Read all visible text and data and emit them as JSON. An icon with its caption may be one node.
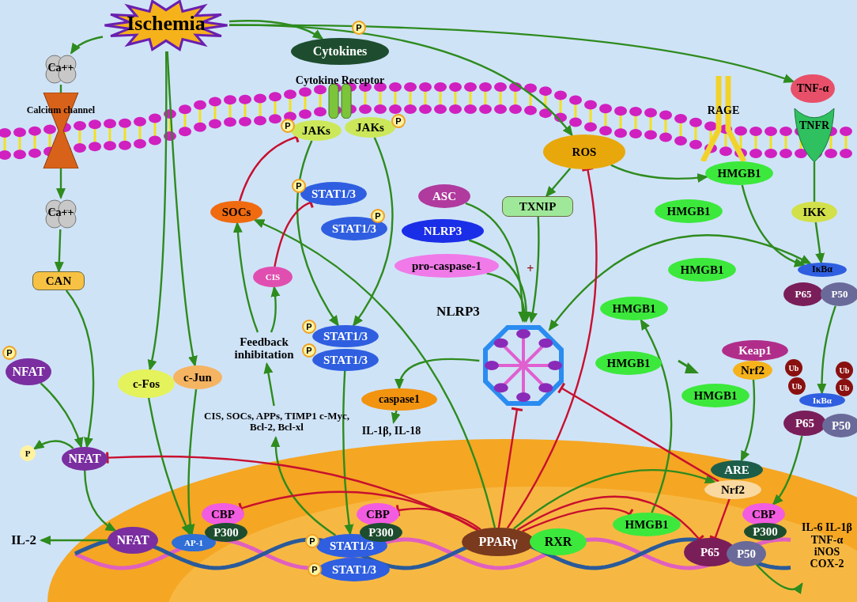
{
  "diagram": {
    "nodes": [
      {
        "text": [
          "Ischemia"
        ]
      },
      {
        "text": [
          "Ca++"
        ]
      },
      {
        "text": [
          "Calcium channel"
        ]
      },
      {
        "text": [
          "Ca++"
        ]
      },
      {
        "text": [
          "CAN"
        ]
      },
      {
        "text": [
          "NFAT"
        ],
        "beside": [
          "P"
        ]
      },
      {
        "text": [
          "NFAT"
        ]
      },
      {
        "text": [
          "P"
        ]
      },
      {
        "text": [],
        "shape": "ellipse"
      },
      {
        "text": [
          "NFAT"
        ],
        "in": 8
      },
      {
        "text": [
          "IL-2"
        ]
      },
      {
        "text": [
          "c-Fos"
        ]
      },
      {
        "text": [
          "c-Jun"
        ]
      },
      {
        "text": [
          "AP-1"
        ],
        "in": 8
      },
      {
        "text": [
          "CBP"
        ],
        "in": 8
      },
      {
        "text": [
          "P300"
        ],
        "in": 8
      },
      {
        "text": [
          "Cytokines"
        ],
        "beside": [
          "P"
        ]
      },
      {
        "text": [
          "Cytokine Receptor"
        ]
      },
      {
        "text": [
          "JAKs"
        ],
        "beside": [
          "P"
        ]
      },
      {
        "text": [
          "JAKs"
        ],
        "beside": [
          "P"
        ]
      },
      {
        "text": [
          "STAT1/3"
        ],
        "beside": [
          "P"
        ]
      },
      {
        "text": [
          "STAT1/3"
        ],
        "beside": [
          "P"
        ]
      },
      {
        "text": [
          "SOCs"
        ]
      },
      {
        "text": [
          "CIS"
        ]
      },
      {
        "text": [
          "STAT1/3"
        ],
        "beside": [
          "P"
        ]
      },
      {
        "text": [
          "STAT1/3"
        ],
        "beside": [
          "P"
        ]
      },
      {
        "text": [
          "Feedback inhibitation"
        ]
      },
      {
        "text": [
          "CIS, SOCs, APPs, TIMP1 c-Myc, Bcl-2, Bcl-xl"
        ]
      },
      {
        "text": [
          "STAT1/3"
        ],
        "in": 8,
        "beside": [
          "P"
        ]
      },
      {
        "text": [
          "STAT1/3"
        ],
        "in": 8,
        "beside": [
          "P"
        ]
      },
      {
        "text": [
          "CBP"
        ],
        "in": 8
      },
      {
        "text": [
          "P300"
        ],
        "in": 8
      },
      {
        "text": [
          "ROS"
        ]
      },
      {
        "text": [
          "TXNIP"
        ]
      },
      {
        "text": [
          "ASC"
        ]
      },
      {
        "text": [
          "NLRP3"
        ]
      },
      {
        "text": [
          "pro-caspase-1"
        ]
      },
      {
        "text": [
          "NLRP3"
        ]
      },
      {
        "text": [
          "caspase1"
        ]
      },
      {
        "text": [
          "IL-1β, IL-18"
        ]
      },
      {
        "text": [
          "RAGE"
        ]
      },
      {
        "text": [
          "HMGB1"
        ]
      },
      {
        "text": [
          "HMGB1"
        ]
      },
      {
        "text": [
          "HMGB1"
        ]
      },
      {
        "text": [
          "HMGB1"
        ]
      },
      {
        "text": [
          "HMGB1"
        ]
      },
      {
        "text": [
          "HMGB1"
        ]
      },
      {
        "text": [
          "HMGB1"
        ],
        "in": 8
      },
      {
        "text": [
          "TNF-α"
        ]
      },
      {
        "text": [
          "TNFR"
        ]
      },
      {
        "text": [
          "IKK"
        ]
      },
      {
        "text": [
          "IκBα"
        ]
      },
      {
        "text": [
          "P65"
        ]
      },
      {
        "text": [
          "P50"
        ]
      },
      {
        "text": [
          "Ub"
        ]
      },
      {
        "text": [
          "Ub"
        ]
      },
      {
        "text": [
          "Ub"
        ]
      },
      {
        "text": [
          "Ub"
        ]
      },
      {
        "text": [
          "IκBα"
        ]
      },
      {
        "text": [
          "P65"
        ]
      },
      {
        "text": [
          "P50"
        ]
      },
      {
        "text": [
          "Keap1"
        ]
      },
      {
        "text": [
          "Nrf2"
        ]
      },
      {
        "text": [
          "ARE"
        ],
        "in": 8
      },
      {
        "text": [
          "Nrf2"
        ],
        "in": 8
      },
      {
        "text": [
          "CBP"
        ],
        "in": 8
      },
      {
        "text": [
          "P300"
        ],
        "in": 8
      },
      {
        "text": [
          "P65"
        ],
        "in": 8
      },
      {
        "text": [
          "P50"
        ],
        "in": 8
      },
      {
        "text": [
          "IL-6 IL-1β TNF-α iNOS COX-2"
        ],
        "in": 8
      },
      {
        "text": [
          "PPARγ"
        ],
        "in": 8
      },
      {
        "text": [
          "RXR"
        ],
        "in": 8
      }
    ],
    "edges": [
      {
        "from": 0,
        "to": 1,
        "arrow": "to"
      },
      {
        "from": 1,
        "to": 2,
        "arrow": "none"
      },
      {
        "from": 2,
        "to": 3,
        "arrow": "to"
      },
      {
        "from": 3,
        "to": 4,
        "arrow": "to"
      },
      {
        "from": 4,
        "to": 6,
        "arrow": "to"
      },
      {
        "from": 5,
        "to": 6,
        "arrow": "to"
      },
      {
        "from": 6,
        "to": 7,
        "arrow": "to"
      },
      {
        "from": 6,
        "to": 9,
        "arrow": "to"
      },
      {
        "from": 9,
        "to": 10,
        "arrow": "to"
      },
      {
        "from": 0,
        "to": 11,
        "arrow": "to"
      },
      {
        "from": 0,
        "to": 12,
        "arrow": "to"
      },
      {
        "from": 11,
        "to": 13,
        "arrow": "to"
      },
      {
        "from": 12,
        "to": 13,
        "arrow": "to"
      },
      {
        "from": 0,
        "to": 16,
        "arrow": "to"
      },
      {
        "from": 18,
        "to": 24,
        "arrow": "to"
      },
      {
        "from": 19,
        "to": 24,
        "arrow": "to"
      },
      {
        "from": 25,
        "to": 28,
        "arrow": "to"
      },
      {
        "from": 28,
        "to": 27,
        "arrow": "to"
      },
      {
        "from": 27,
        "to": 26,
        "arrow": "to"
      },
      {
        "from": 26,
        "to": 22,
        "arrow": "to"
      },
      {
        "from": 26,
        "to": 23,
        "arrow": "to"
      },
      {
        "from": 70,
        "to": 22,
        "arrow": "to"
      },
      {
        "from": 22,
        "to": 18,
        "arrow": "other",
        "color": "#c8102e"
      },
      {
        "from": 23,
        "to": 20,
        "arrow": "other",
        "color": "#c8102e"
      },
      {
        "from": 0,
        "to": 32,
        "arrow": "to"
      },
      {
        "from": 0,
        "to": 48,
        "arrow": "to"
      },
      {
        "from": 32,
        "to": 33,
        "arrow": "to"
      },
      {
        "from": 32,
        "to": 41,
        "arrow": "to"
      },
      {
        "from": 33,
        "to": 37,
        "arrow": "to",
        "label": "+"
      },
      {
        "from": 34,
        "to": 37,
        "arrow": "to"
      },
      {
        "from": 35,
        "to": 37,
        "arrow": "to"
      },
      {
        "from": 36,
        "to": 37,
        "arrow": "to"
      },
      {
        "from": 37,
        "to": 38,
        "arrow": "to"
      },
      {
        "from": 38,
        "to": 39,
        "arrow": "to"
      },
      {
        "from": 41,
        "to": 51,
        "arrow": "to"
      },
      {
        "from": 49,
        "to": 50,
        "arrow": "none"
      },
      {
        "from": 50,
        "to": 51,
        "arrow": "to"
      },
      {
        "from": 51,
        "to": 37,
        "arrow": "both"
      },
      {
        "from": 53,
        "to": 58,
        "arrow": "to"
      },
      {
        "from": 59,
        "to": 65,
        "arrow": "to"
      },
      {
        "from": 68,
        "to": 69,
        "arrow": "to"
      },
      {
        "from": 47,
        "to": 44,
        "arrow": "to"
      },
      {
        "from": 62,
        "to": 63,
        "arrow": "to"
      },
      {
        "from": 70,
        "to": 64,
        "arrow": "to"
      },
      {
        "from": 70,
        "to": 6,
        "arrow": "other",
        "color": "#c8102e"
      },
      {
        "from": 70,
        "to": 14,
        "arrow": "other",
        "color": "#c8102e"
      },
      {
        "from": 70,
        "to": 30,
        "arrow": "other",
        "color": "#c8102e"
      },
      {
        "from": 70,
        "to": 37,
        "arrow": "other",
        "color": "#c8102e"
      },
      {
        "from": 70,
        "to": 32,
        "arrow": "other",
        "color": "#c8102e"
      },
      {
        "from": 70,
        "to": 47,
        "arrow": "other",
        "color": "#c8102e"
      },
      {
        "from": 70,
        "to": 67,
        "arrow": "other",
        "color": "#c8102e"
      },
      {
        "from": 64,
        "to": 67,
        "arrow": "other",
        "color": "#c8102e"
      },
      {
        "from": 64,
        "to": 37,
        "arrow": "other",
        "color": "#c8102e"
      }
    ]
  }
}
